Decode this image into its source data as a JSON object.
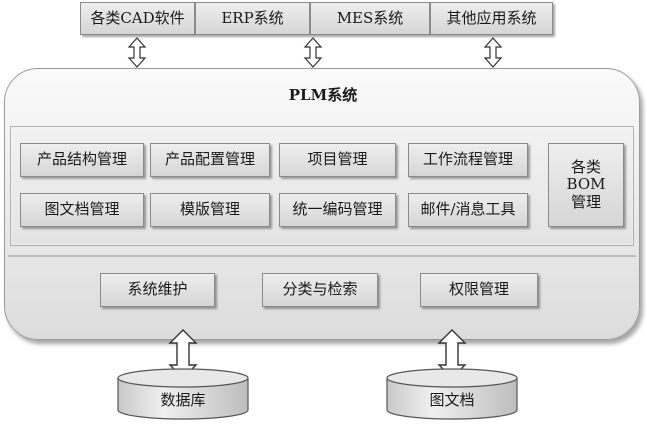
{
  "external_systems": [
    "各类CAD软件",
    "ERP系统",
    "MES系统",
    "其他应用系统"
  ],
  "plm": {
    "title": "PLM系统",
    "modules_row1": [
      "产品结构管理",
      "产品配置管理",
      "项目管理",
      "工作流程管理"
    ],
    "modules_row2": [
      "图文档管理",
      "模版管理",
      "统一编码管理",
      "邮件/消息工具"
    ],
    "bom_lines": [
      "各类",
      "BOM",
      "管理"
    ],
    "services": [
      "系统维护",
      "分类与检索",
      "权限管理"
    ]
  },
  "storage": [
    "数据库",
    "图文档"
  ]
}
